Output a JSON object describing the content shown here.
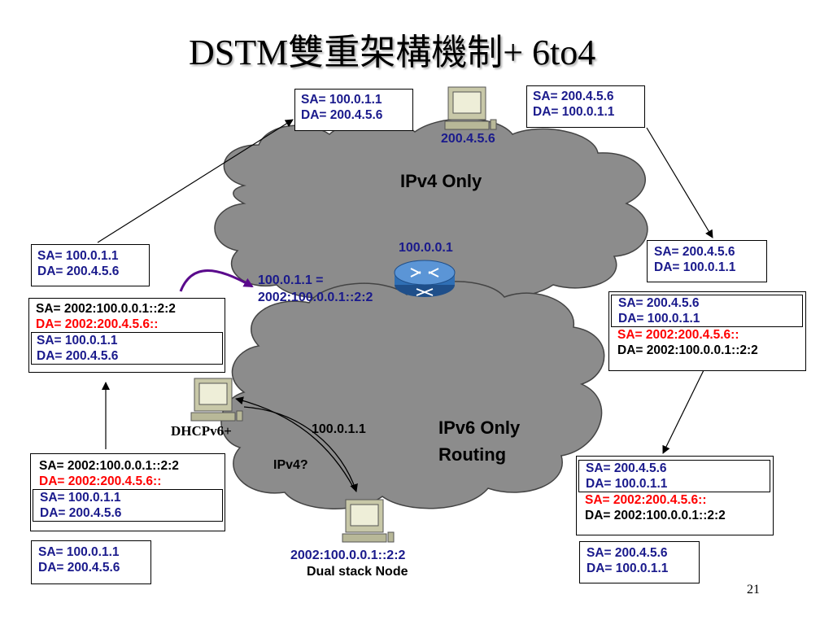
{
  "title": "DSTM雙重架構機制+ 6to4",
  "clouds": {
    "ipv4_label": "IPv4 Only",
    "ipv6_label_line1": "IPv6 Only",
    "ipv6_label_line2": "Routing"
  },
  "router": {
    "address": "100.0.0.1"
  },
  "hosts": {
    "ipv4_host_address": "200.4.5.6",
    "dual_stack_address": "2002:100.0.0.1::2:2",
    "dual_stack_label": "Dual stack Node",
    "dhcp_label": "DHCPv6+",
    "assigned_addr": "100.0.1.1",
    "ipv4_question": "IPv4?"
  },
  "mapping": {
    "line1": "100.0.1.1 =",
    "line2": "2002:100.0.0.1::2:2"
  },
  "boxes": {
    "top_center": {
      "sa": "SA= 100.0.1.1",
      "da": "DA= 200.4.5.6"
    },
    "top_right": {
      "sa": "SA= 200.4.5.6",
      "da": "DA= 100.0.1.1"
    },
    "left_ipv4": {
      "sa": "SA= 100.0.1.1",
      "da": "DA= 200.4.5.6"
    },
    "right_ipv4": {
      "sa": "SA= 200.4.5.6",
      "da": "DA= 100.0.1.1"
    },
    "left_tunnel_upper": {
      "outer_sa": "SA= 2002:100.0.0.1::2:2",
      "outer_da": "DA= 2002:200.4.5.6::",
      "inner_sa": "SA= 100.0.1.1",
      "inner_da": "DA= 200.4.5.6"
    },
    "right_tunnel_upper": {
      "inner_sa": "SA= 200.4.5.6",
      "inner_da": "DA= 100.0.1.1",
      "outer_sa": "SA= 2002:200.4.5.6::",
      "outer_da": "DA= 2002:100.0.0.1::2:2"
    },
    "left_tunnel_lower": {
      "outer_sa": "SA= 2002:100.0.0.1::2:2",
      "outer_da": "DA= 2002:200.4.5.6::",
      "inner_sa": "SA= 100.0.1.1",
      "inner_da": "DA= 200.4.5.6"
    },
    "right_tunnel_lower": {
      "inner_sa": "SA= 200.4.5.6",
      "inner_da": "DA= 100.0.1.1",
      "outer_sa": "SA= 2002:200.4.5.6::",
      "outer_da": "DA= 2002:100.0.0.1::2:2"
    },
    "left_bottom": {
      "sa": "SA= 100.0.1.1",
      "da": "DA= 200.4.5.6"
    },
    "right_bottom": {
      "sa": "SA= 200.4.5.6",
      "da": "DA= 100.0.1.1"
    }
  },
  "colors": {
    "blue_text": "#1a1a8c",
    "red_text": "#ff0000",
    "cloud_fill": "#8c8c8c",
    "router_fill": "#2f6fb5"
  },
  "page_number": "21"
}
